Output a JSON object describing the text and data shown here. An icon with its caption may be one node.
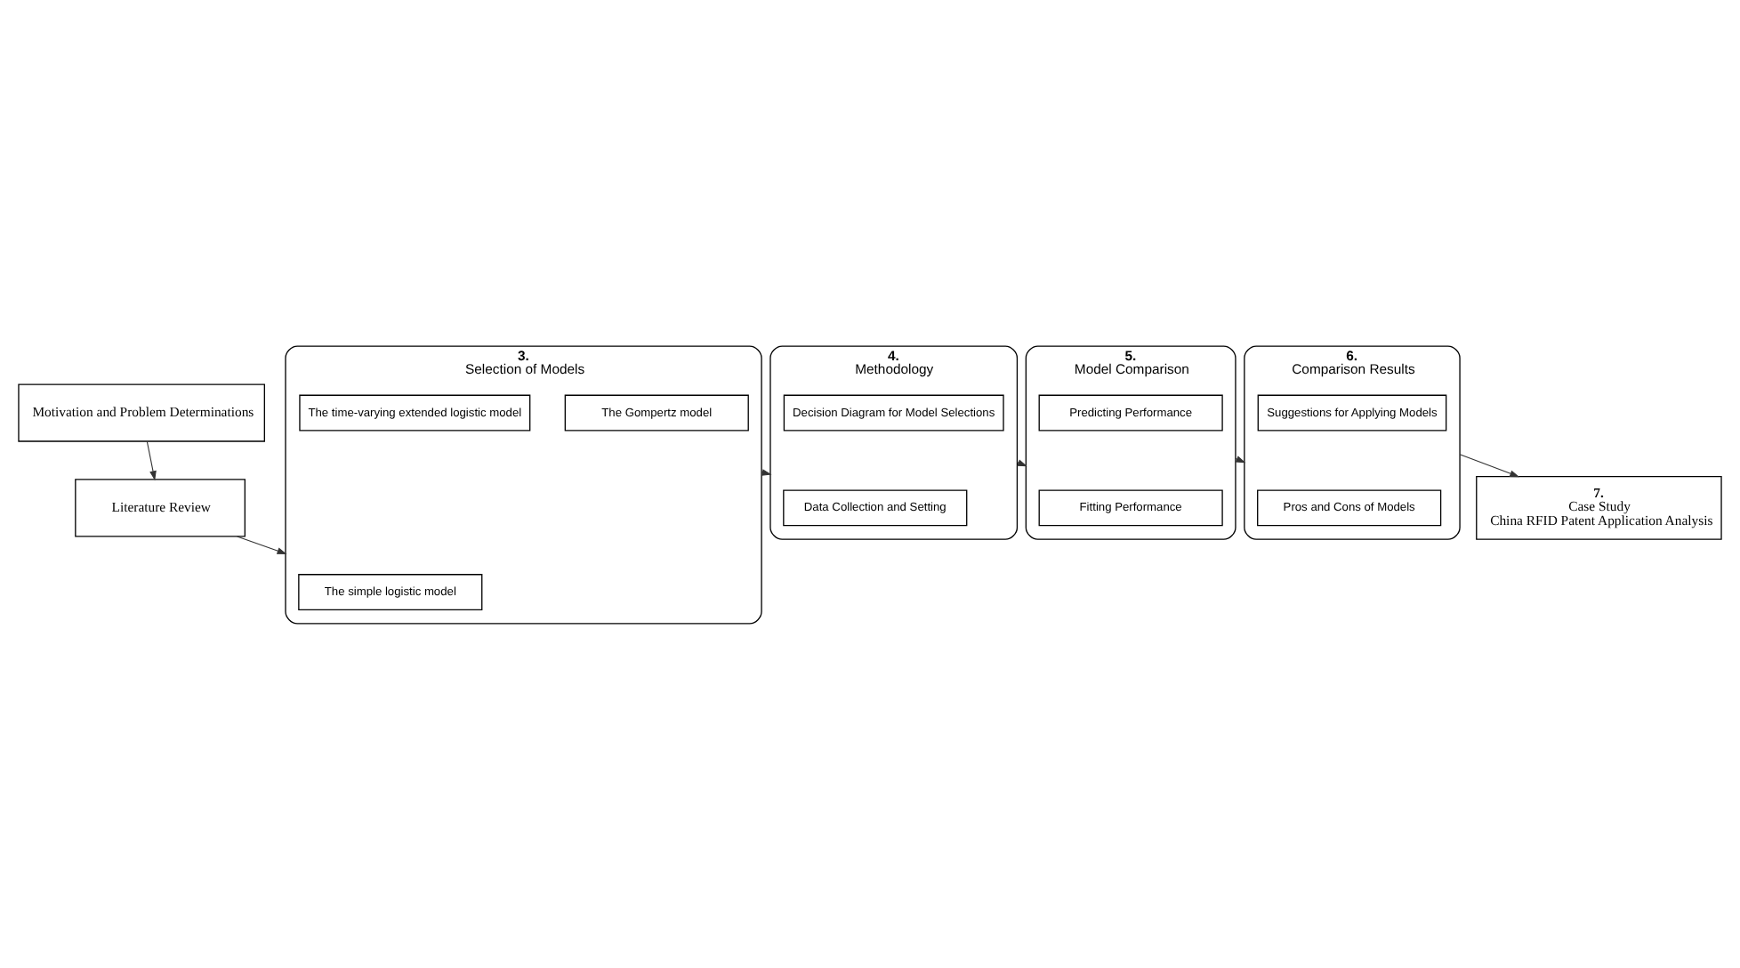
{
  "diagram": {
    "nodes": [
      {
        "text": [
          "Motivation and Problem Determinations"
        ]
      },
      {
        "text": [
          "Literature Review"
        ]
      },
      {
        "text": [
          "3.",
          "Selection of Models"
        ]
      },
      {
        "text": [
          "The simple logistic model"
        ],
        "in": 2
      },
      {
        "text": [
          "The Gompertz model"
        ],
        "in": 2
      },
      {
        "text": [
          "The time-varying extended logistic model"
        ],
        "in": 2
      },
      {
        "text": [
          "4.",
          "Methodology"
        ]
      },
      {
        "text": [
          "Data Collection and Setting"
        ],
        "in": 6
      },
      {
        "text": [
          "Decision Diagram for Model Selections"
        ],
        "in": 6
      },
      {
        "text": [
          "5.",
          "Model Comparison"
        ]
      },
      {
        "text": [
          "Fitting Performance"
        ],
        "in": 9
      },
      {
        "text": [
          "Predicting Performance"
        ],
        "in": 9
      },
      {
        "text": [
          "6.",
          "Comparison Results"
        ]
      },
      {
        "text": [
          "Pros and Cons of Models"
        ],
        "in": 12
      },
      {
        "text": [
          "Suggestions for Applying Models"
        ],
        "in": 12
      },
      {
        "text": [
          "7.",
          "Case Study",
          "China RFID Patent Application Analysis"
        ]
      }
    ],
    "edges": [
      {
        "from": 0,
        "to": 1,
        "arrow": "to"
      },
      {
        "from": 1,
        "to": 2,
        "arrow": "to"
      },
      {
        "from": 2,
        "to": 6,
        "arrow": "to"
      },
      {
        "from": 6,
        "to": 9,
        "arrow": "to"
      },
      {
        "from": 9,
        "to": 12,
        "arrow": "to"
      },
      {
        "from": 12,
        "to": 15,
        "arrow": "to"
      }
    ]
  }
}
